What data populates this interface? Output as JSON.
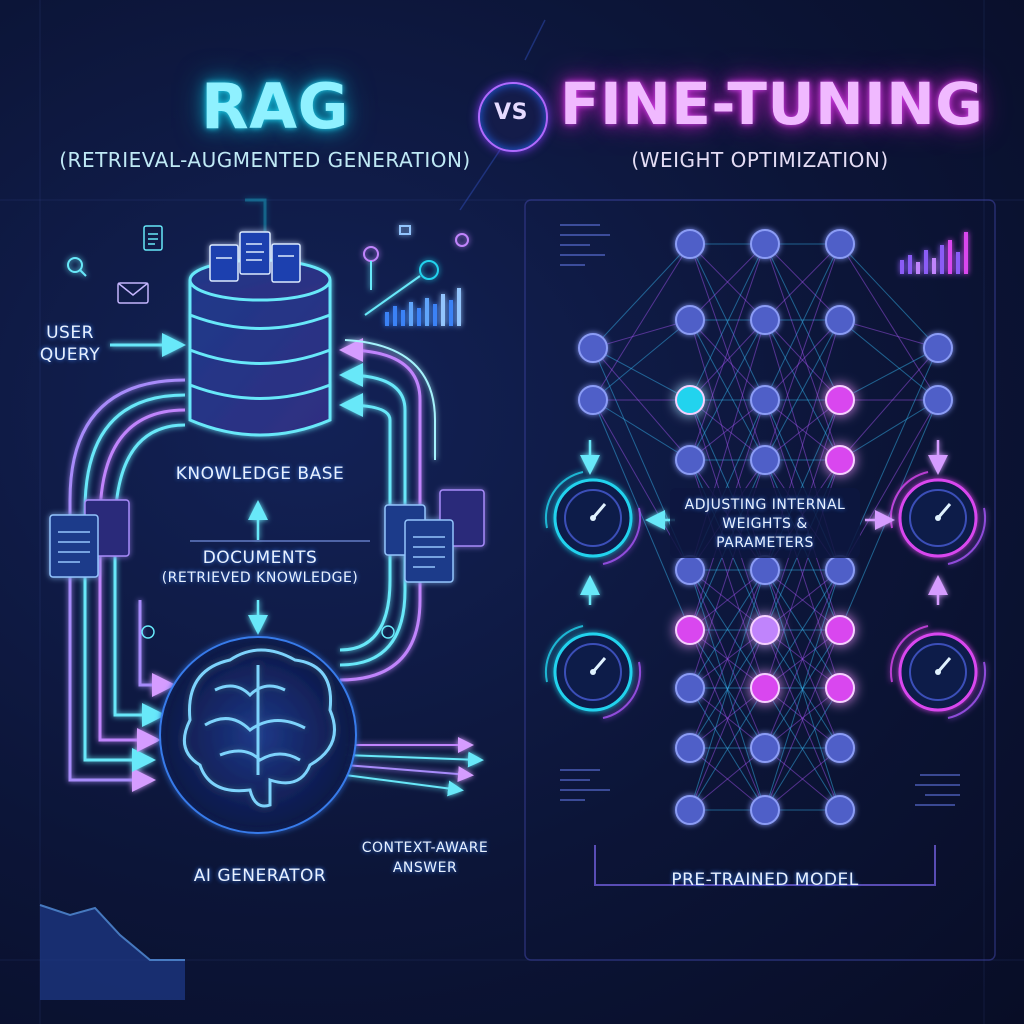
{
  "header": {
    "rag_title": "RAG",
    "rag_subtitle": "(RETRIEVAL-AUGMENTED GENERATION)",
    "vs": "VS",
    "ft_title": "FINE-TUNING",
    "ft_subtitle": "(WEIGHT OPTIMIZATION)"
  },
  "rag": {
    "user_query": "USER\nQUERY",
    "knowledge_base": "KNOWLEDGE BASE",
    "documents": "DOCUMENTS",
    "retrieved_knowledge": "(RETRIEVED KNOWLEDGE)",
    "ai_generator": "AI GENERATOR",
    "context_aware_answer": "CONTEXT-AWARE\nANSWER"
  },
  "fine_tuning": {
    "adjusting_label": "ADJUSTING INTERNAL\nWEIGHTS &\nPARAMETERS",
    "pretrained_model": "PRE-TRAINED MODEL"
  },
  "colors": {
    "cyan": "#22d3ee",
    "magenta": "#d946ef",
    "purple": "#8b5cf6",
    "node_fill": "#5b6fd6",
    "background": "#0c1538"
  },
  "icons": [
    "search-icon",
    "document-icon",
    "mail-icon",
    "database-icon",
    "brain-icon",
    "gauge-icon",
    "bar-chart-icon",
    "line-chart-icon"
  ]
}
